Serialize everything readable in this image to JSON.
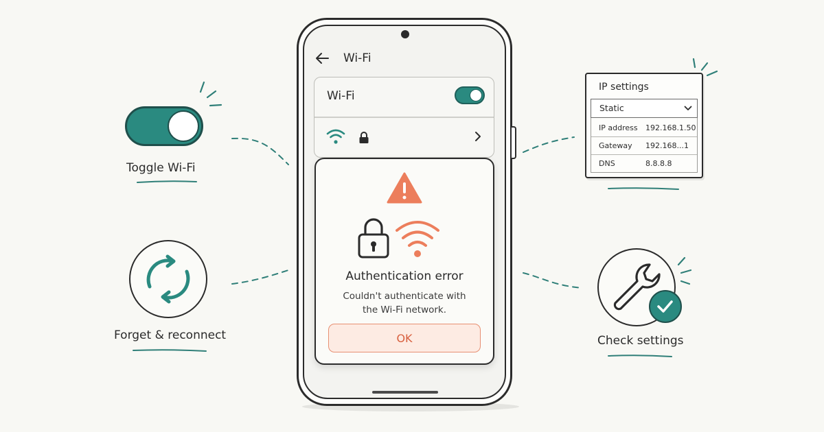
{
  "colors": {
    "accent_teal": "#2a8a80",
    "error_orange": "#ec7e5c",
    "ink": "#2b2b2b",
    "background": "#f8f8f4"
  },
  "phone": {
    "appbar": {
      "back_icon": "arrow-left-icon",
      "title": "Wi-Fi"
    },
    "wifi_row": {
      "label": "Wi-Fi",
      "toggle_on": true
    },
    "network_row": {
      "icons": [
        "wifi-icon",
        "lock-icon",
        "chevron-right-icon"
      ]
    },
    "dialog": {
      "icons": [
        "warning-icon",
        "padlock-icon",
        "wifi-signal-icon"
      ],
      "title": "Authentication error",
      "message_line1": "Couldn't authenticate with",
      "message_line2": "the Wi-Fi network.",
      "ok_label": "OK"
    }
  },
  "left": {
    "toggle_tip": {
      "icon": "toggle-switch-icon",
      "label": "Toggle Wi-Fi"
    },
    "reconnect_tip": {
      "icon": "refresh-icon",
      "label": "Forget & reconnect"
    }
  },
  "right": {
    "ip_settings": {
      "title": "IP settings",
      "mode": "Static",
      "rows": [
        {
          "key": "IP address",
          "value": "192.168.1.50"
        },
        {
          "key": "Gateway",
          "value": "192.168...1"
        },
        {
          "key": "DNS",
          "value": "8.8.8.8"
        }
      ]
    },
    "check_tip": {
      "icon": "wrench-icon",
      "badge_icon": "checkmark-icon",
      "label": "Check settings"
    }
  }
}
